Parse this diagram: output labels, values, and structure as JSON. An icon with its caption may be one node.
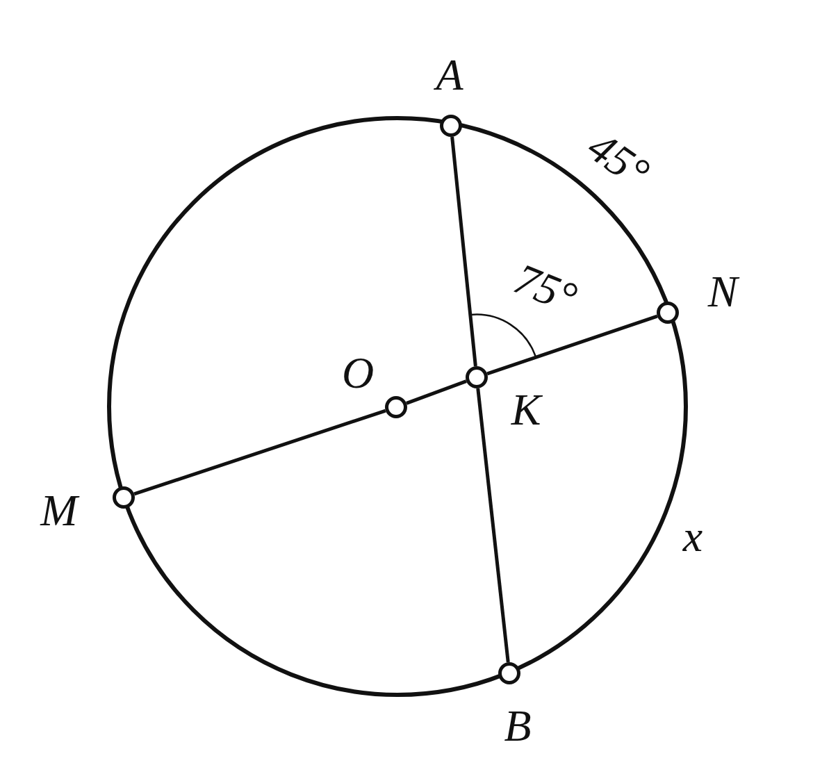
{
  "diagram": {
    "nodes": [
      {
        "text": [],
        "shape": "circle",
        "beside": [
          "A"
        ]
      },
      {
        "text": [],
        "shape": "circle",
        "beside": [
          "N"
        ]
      },
      {
        "text": [],
        "shape": "circle",
        "beside": [
          "O"
        ]
      },
      {
        "text": [],
        "shape": "circle",
        "beside": [
          "K"
        ]
      },
      {
        "text": [],
        "shape": "circle",
        "beside": [
          "M"
        ]
      },
      {
        "text": [],
        "shape": "circle",
        "beside": [
          "B"
        ]
      }
    ],
    "edges": [
      {
        "from": 0,
        "to": 3,
        "arrow": "none"
      },
      {
        "from": 3,
        "to": 5,
        "arrow": "none"
      },
      {
        "from": 4,
        "to": 2,
        "arrow": "none"
      },
      {
        "from": 2,
        "to": 3,
        "arrow": "none"
      },
      {
        "from": 3,
        "to": 1,
        "arrow": "none"
      }
    ],
    "labels": [
      "45°",
      "75°",
      "x"
    ]
  }
}
